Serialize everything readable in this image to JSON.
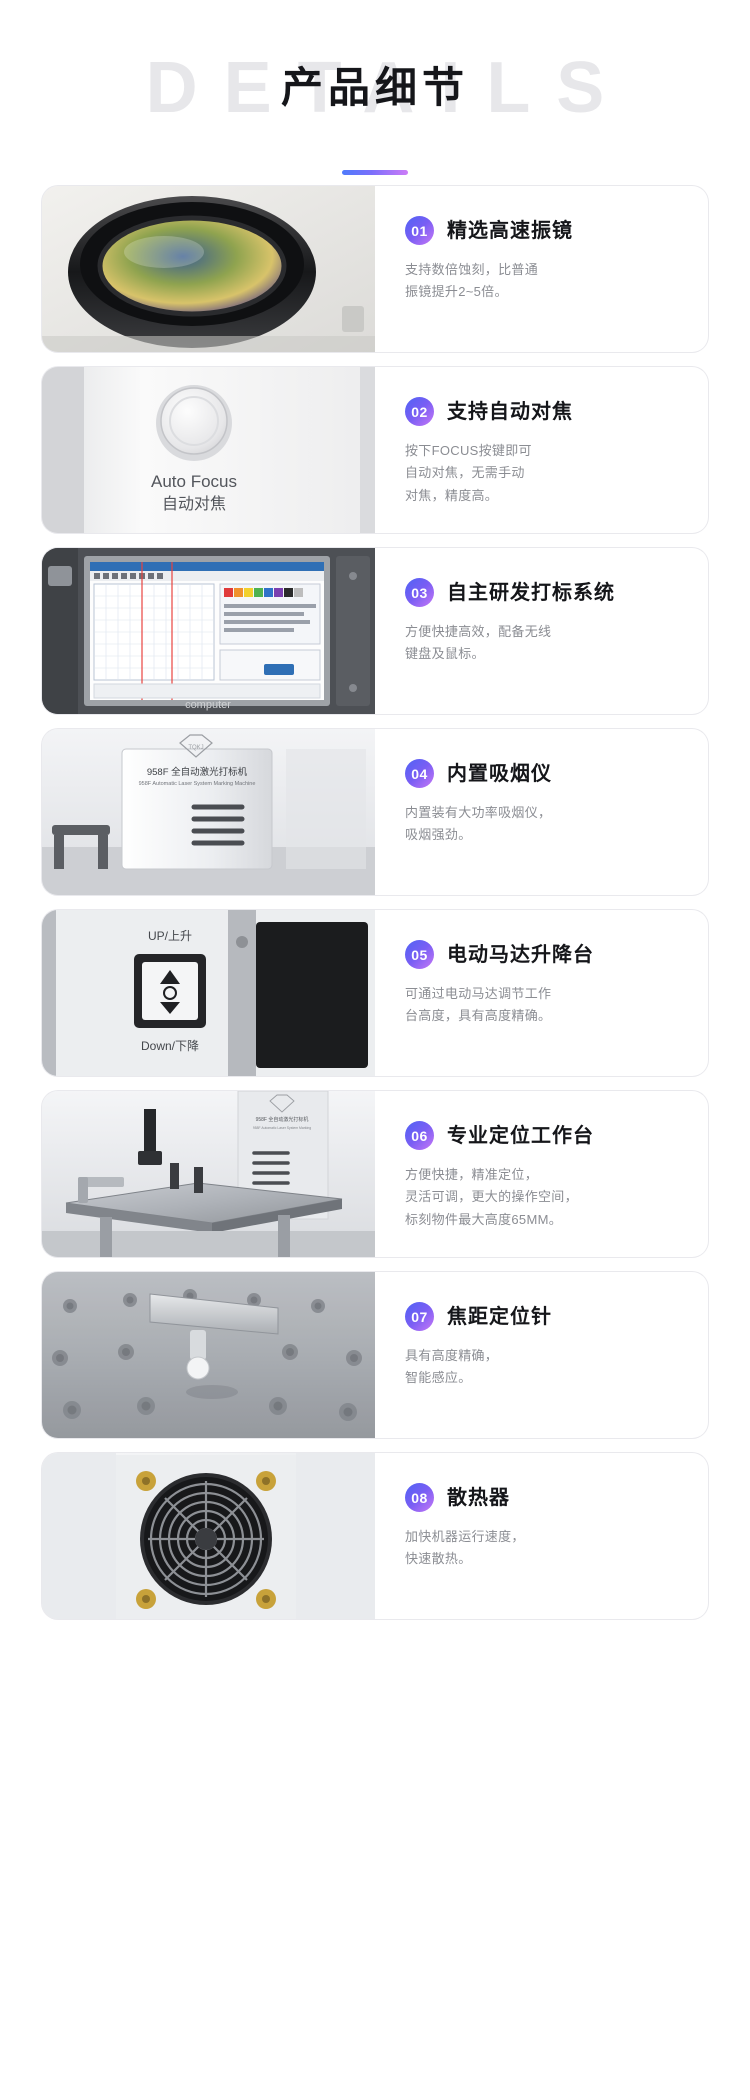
{
  "header": {
    "ghost_text": "DETAILS",
    "title": "产品细节"
  },
  "theme": {
    "accent_start": "#4f7bfb",
    "accent_mid": "#7b6ffb",
    "accent_end": "#cd7cf7",
    "title_color": "#15161a",
    "desc_color": "#8b8d93",
    "ghost_color": "#e7e7ea",
    "card_border": "#e9e9ed"
  },
  "cards": [
    {
      "number": "01",
      "title": "精选高速振镜",
      "desc": "支持数倍蚀刻，比普通\n振镜提升2~5倍。",
      "media_name": "galvanometer-lens-photo",
      "media_caption": ""
    },
    {
      "number": "02",
      "title": "支持自动对焦",
      "desc": "按下FOCUS按键即可\n自动对焦，无需手动\n对焦，精度高。",
      "media_name": "auto-focus-button-photo",
      "media_caption": "Auto Focus",
      "media_caption_cn": "自动对焦"
    },
    {
      "number": "03",
      "title": "自主研发打标系统",
      "desc": "方便快捷高效，配备无线\n键盘及鼠标。",
      "media_name": "marking-software-screen-photo",
      "media_caption": "computer"
    },
    {
      "number": "04",
      "title": "内置吸烟仪",
      "desc": "内置装有大功率吸烟仪，\n吸烟强劲。",
      "media_name": "built-in-smoke-extractor-photo",
      "media_caption": "958F 全自动激光打标机",
      "media_caption_sub": "958F Automatic Laser Marking Machine"
    },
    {
      "number": "05",
      "title": "电动马达升降台",
      "desc": "可通过电动马达调节工作\n台高度，具有高度精确。",
      "media_name": "motorized-lift-switch-photo",
      "media_caption": "UP/上升",
      "media_caption_sub": "Down/下降"
    },
    {
      "number": "06",
      "title": "专业定位工作台",
      "desc": "方便快捷，精准定位，\n灵活可调，更大的操作空间，\n标刻物件最大高度65MM。",
      "media_name": "positioning-worktable-photo",
      "media_caption": ""
    },
    {
      "number": "07",
      "title": "焦距定位针",
      "desc": "具有高度精确，\n智能感应。",
      "media_name": "focus-positioning-pin-photo",
      "media_caption": ""
    },
    {
      "number": "08",
      "title": "散热器",
      "desc": "加快机器运行速度，\n快速散热。",
      "media_name": "cooling-fan-photo",
      "media_caption": ""
    }
  ]
}
